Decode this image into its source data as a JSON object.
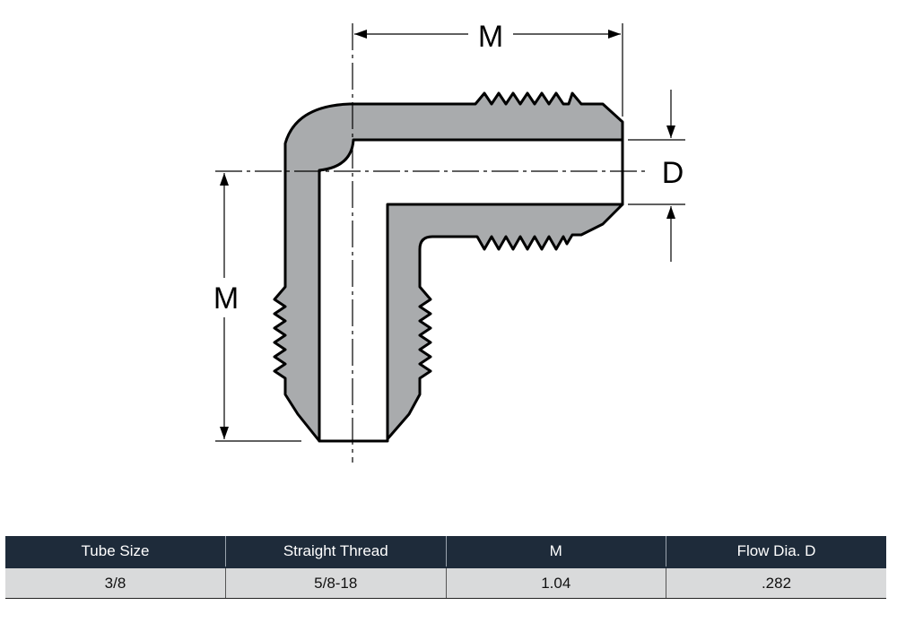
{
  "diagram": {
    "labels": {
      "top_dim": "M",
      "left_dim": "M",
      "flow_dim": "D"
    },
    "colors": {
      "body": "#a9abad",
      "bore": "#ffffff",
      "outline": "#000000"
    }
  },
  "table": {
    "colors": {
      "header_bg": "#1e2b3a",
      "header_text": "#ffffff",
      "row_bg": "#d9dadb"
    },
    "headers": [
      "Tube Size",
      "Straight Thread",
      "M",
      "Flow Dia. D"
    ],
    "rows": [
      [
        "3/8",
        "5/8-18",
        "1.04",
        ".282"
      ]
    ]
  }
}
